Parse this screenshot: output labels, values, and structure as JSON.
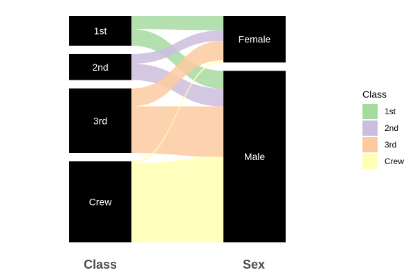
{
  "chart_data": {
    "type": "sankey",
    "axes": [
      "Class",
      "Sex"
    ],
    "nodes": {
      "Class": [
        "1st",
        "2nd",
        "3rd",
        "Crew"
      ],
      "Sex": [
        "Female",
        "Male"
      ]
    },
    "flows": [
      {
        "from": "1st",
        "to": "Female",
        "value": 145
      },
      {
        "from": "1st",
        "to": "Male",
        "value": 180
      },
      {
        "from": "2nd",
        "to": "Female",
        "value": 106
      },
      {
        "from": "2nd",
        "to": "Male",
        "value": 179
      },
      {
        "from": "3rd",
        "to": "Female",
        "value": 196
      },
      {
        "from": "3rd",
        "to": "Male",
        "value": 510
      },
      {
        "from": "Crew",
        "to": "Female",
        "value": 23
      },
      {
        "from": "Crew",
        "to": "Male",
        "value": 862
      }
    ],
    "legend": {
      "title": "Class",
      "position": "right",
      "items": [
        {
          "label": "1st",
          "color": "#a6dba0"
        },
        {
          "label": "2nd",
          "color": "#cbbddd"
        },
        {
          "label": "3rd",
          "color": "#fdcaa0"
        },
        {
          "label": "Crew",
          "color": "#ffffb3"
        }
      ]
    },
    "node_color": "#000000"
  }
}
